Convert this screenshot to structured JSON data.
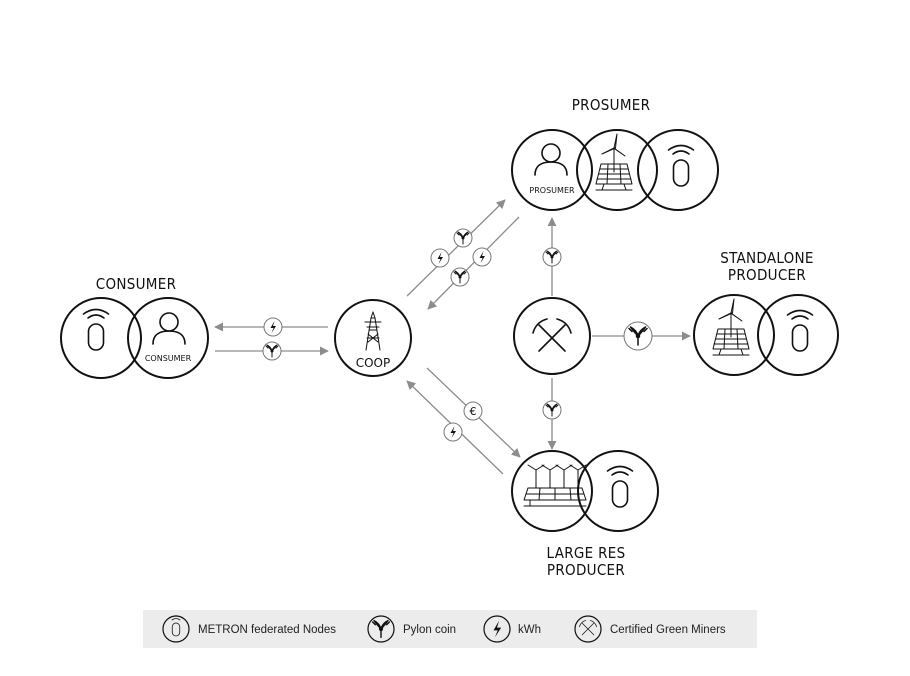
{
  "nodes": {
    "consumer": {
      "title": "CONSUMER",
      "inner_label": "CONSUMER"
    },
    "prosumer": {
      "title": "PROSUMER",
      "inner_label": "PROSUMER"
    },
    "standalone": {
      "title_line1": "STANDALONE",
      "title_line2": "PRODUCER"
    },
    "large": {
      "title_line1": "LARGE RES",
      "title_line2": "PRODUCER"
    },
    "coop": {
      "label": "COOP"
    }
  },
  "legend": {
    "nodes_label": "METRON federated Nodes",
    "pylon_label": "Pylon coin",
    "kwh_label": "kWh",
    "miners_label": "Certified Green Miners"
  },
  "badges": {
    "euro": "€"
  },
  "colors": {
    "line": "#111111",
    "arrow": "#8c8c8c",
    "legend_bg": "#ececec"
  }
}
